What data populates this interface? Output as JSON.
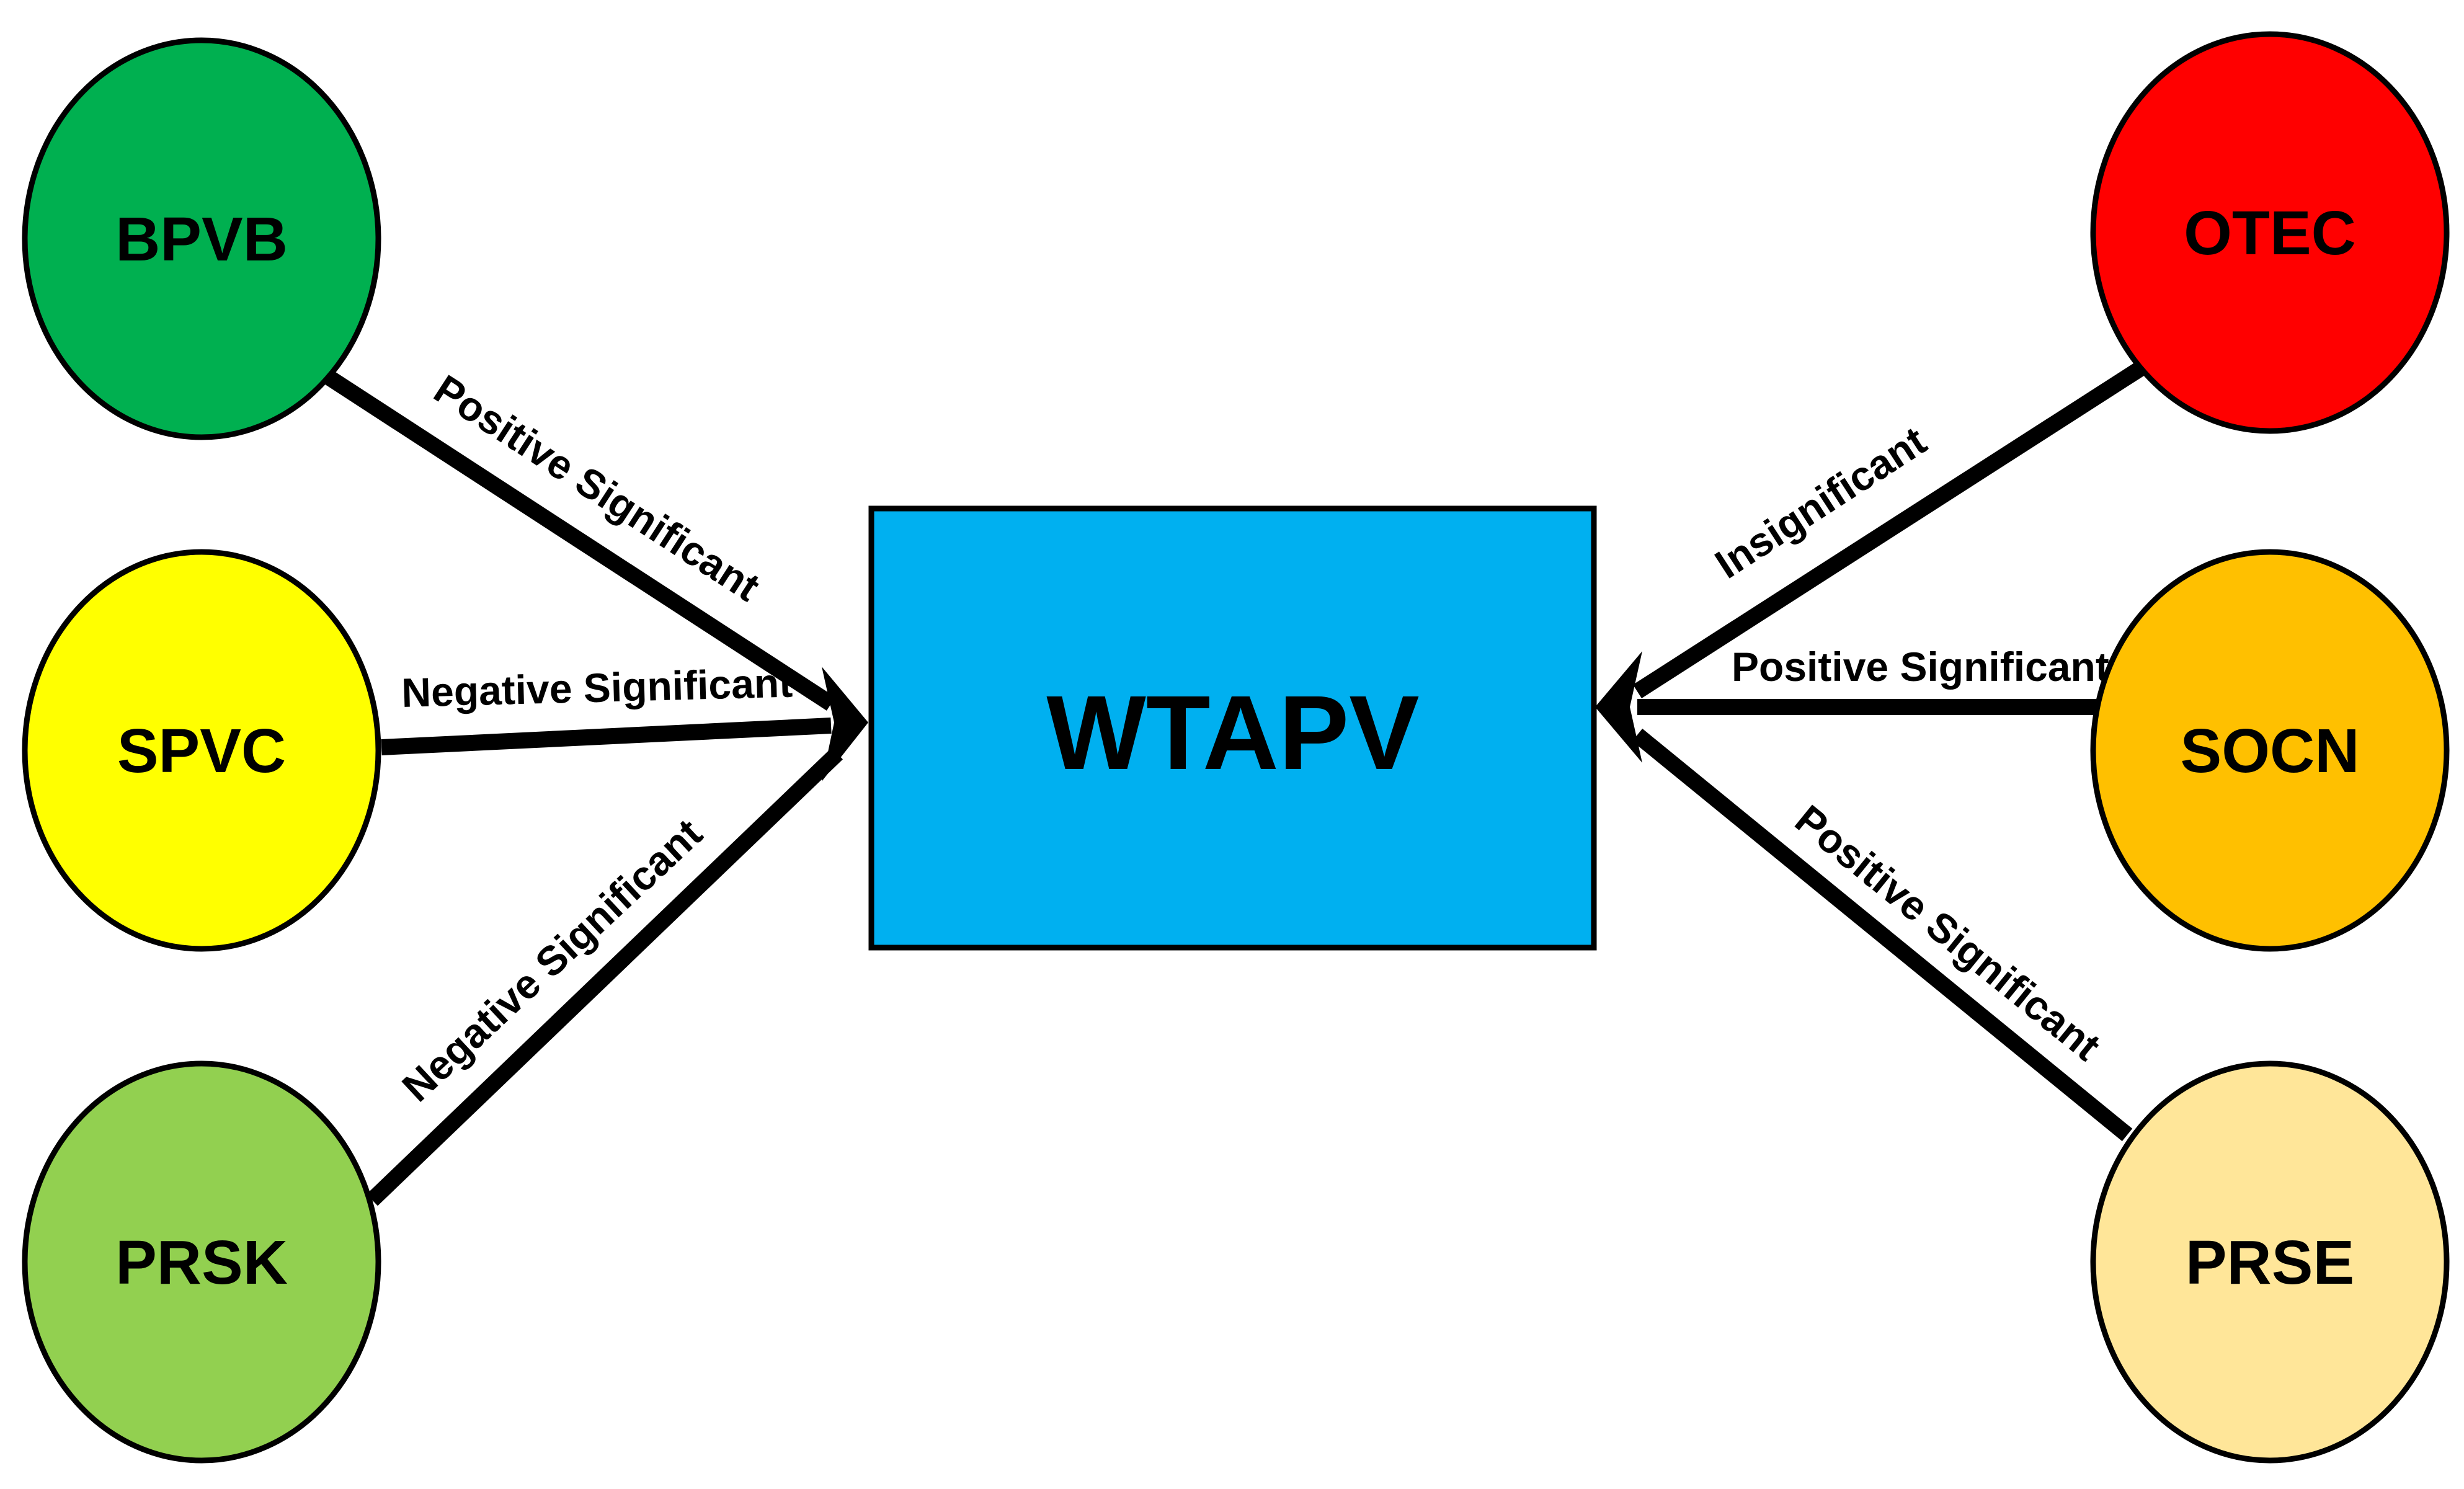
{
  "center": {
    "label": "WTAPV",
    "color": "#00B0F0"
  },
  "nodes": [
    {
      "id": "bpvb",
      "label": "BPVB",
      "color": "#00B050"
    },
    {
      "id": "spvc",
      "label": "SPVC",
      "color": "#FFFF00"
    },
    {
      "id": "prsk",
      "label": "PRSK",
      "color": "#92D050"
    },
    {
      "id": "otec",
      "label": "OTEC",
      "color": "#FF0000"
    },
    {
      "id": "socn",
      "label": "SOCN",
      "color": "#FFC000"
    },
    {
      "id": "prse",
      "label": "PRSE",
      "color": "#FFE699"
    }
  ],
  "edges": [
    {
      "from": "BPVB",
      "to": "WTAPV",
      "label": "Positive Significant"
    },
    {
      "from": "SPVC",
      "to": "WTAPV",
      "label": "Negative Significant"
    },
    {
      "from": "PRSK",
      "to": "WTAPV",
      "label": "Negative Significant"
    },
    {
      "from": "OTEC",
      "to": "WTAPV",
      "label": "Insignificant"
    },
    {
      "from": "SOCN",
      "to": "WTAPV",
      "label": "Positive Significant"
    },
    {
      "from": "PRSE",
      "to": "WTAPV",
      "label": "Positive Significant"
    }
  ]
}
